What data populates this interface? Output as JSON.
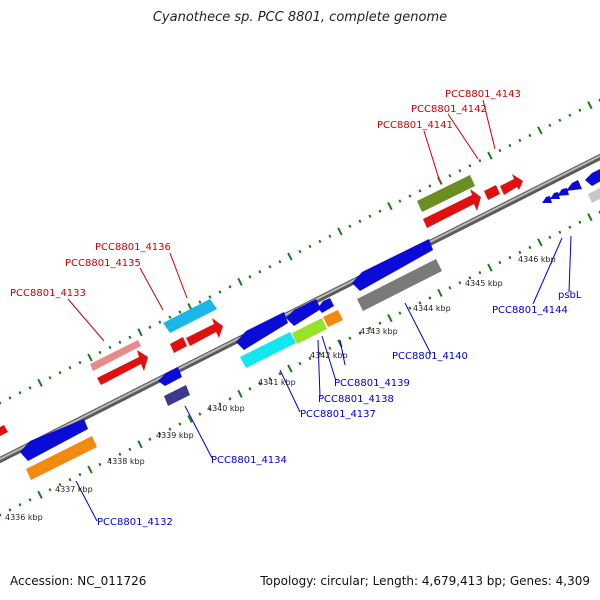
{
  "title": "Cyanothece sp. PCC 8801, complete genome",
  "footer": {
    "accession": "Accession: NC_011726",
    "stats": "Topology: circular; Length: 4,679,413 bp; Genes: 4,309"
  },
  "scale_labels": [
    "4336 kbp",
    "4337 kbp",
    "4338 kbp",
    "4339 kbp",
    "4340 kbp",
    "4341 kbp",
    "4342 kbp",
    "4343 kbp",
    "4344 kbp",
    "4345 kbp",
    "4346 kbp"
  ],
  "colors": {
    "forward_label": "#cc0000",
    "reverse_label": "#0000cc",
    "backbone": "#8c8c8c",
    "tick": "#1a7a1a"
  },
  "forward_labels": [
    "PCC8801_4133",
    "PCC8801_4135",
    "PCC8801_4136",
    "PCC8801_4141",
    "PCC8801_4142",
    "PCC8801_4143"
  ],
  "reverse_labels": [
    "PCC8801_4132",
    "PCC8801_4134",
    "PCC8801_4137",
    "PCC8801_4138",
    "PCC8801_4139",
    "PCC8801_4140",
    "PCC8801_4144",
    "psbL"
  ]
}
